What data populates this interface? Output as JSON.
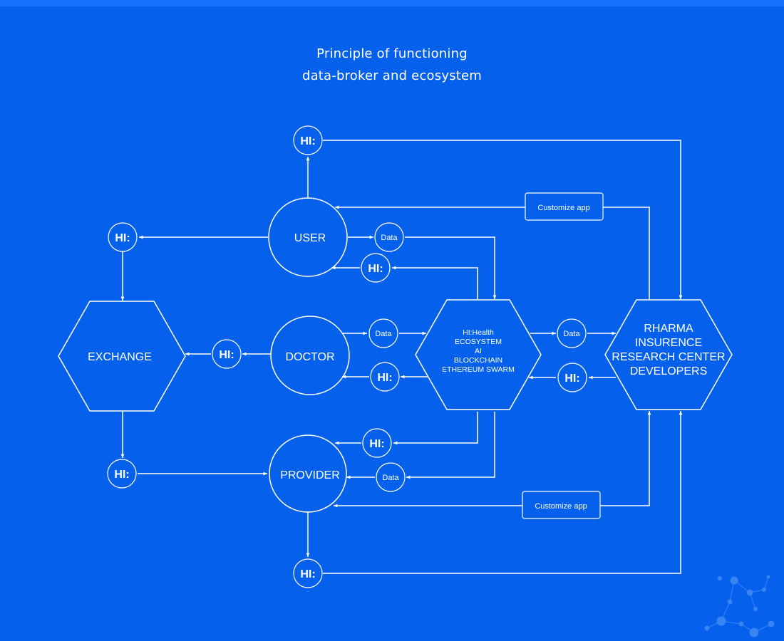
{
  "header": {
    "title_line1": "Principle of functioning",
    "title_line2": "data-broker and ecosystem"
  },
  "nodes": {
    "user": "USER",
    "doctor": "DOCTOR",
    "provider": "PROVIDER",
    "exchange": "EXCHANGE",
    "ecosystem": [
      "HI:Health",
      "ECOSYSTEM",
      "AI",
      "BLOCKCHAIN",
      "ETHEREUM SWARM"
    ],
    "partners": [
      "RHARMA",
      "INSURENCE",
      "RESEARCH CENTER",
      "DEVELOPERS"
    ]
  },
  "token_label": "HI:",
  "data_label": "Data",
  "customize_label": "Customize app",
  "colors": {
    "background": "#0561ec",
    "topbar": "#1773ff",
    "line": "#ffffff"
  }
}
